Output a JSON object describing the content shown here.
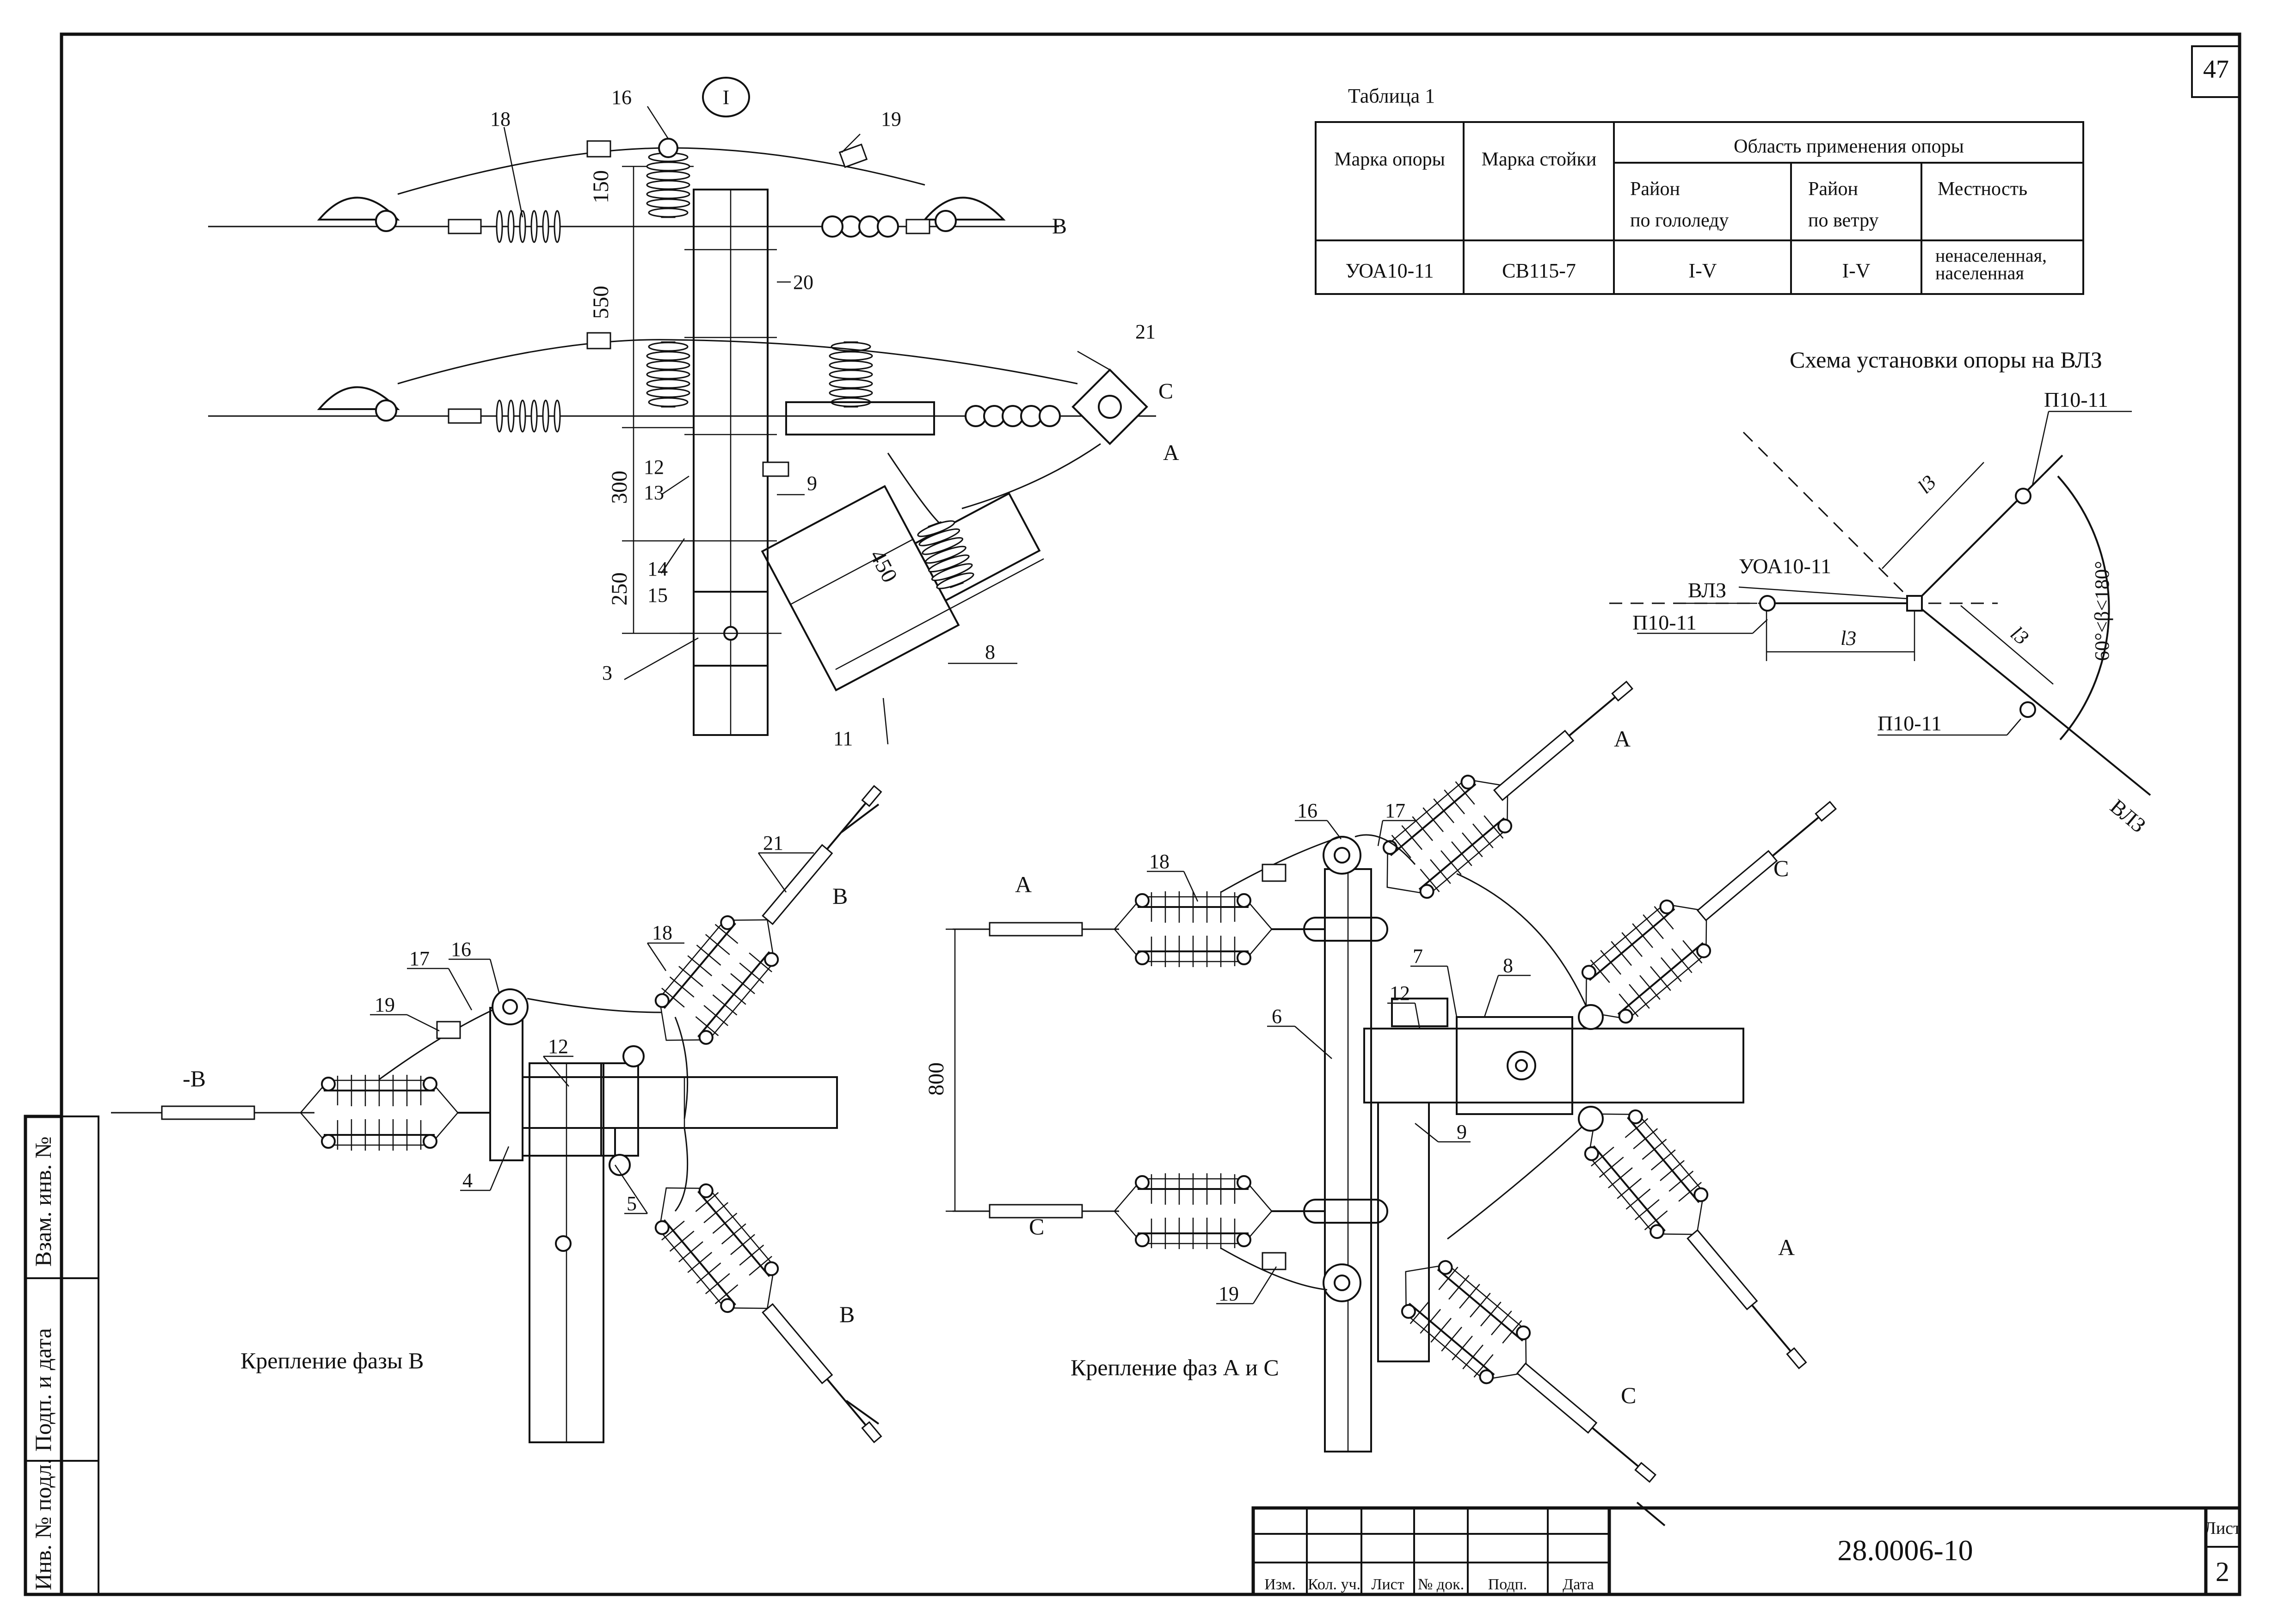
{
  "sheet_number_top": "47",
  "table": {
    "caption": "Таблица 1",
    "headers": {
      "col1": "Марка опоры",
      "col2": "Марка стойки",
      "group": "Область применения опоры",
      "sub1_line1": "Район",
      "sub1_line2": "по гололеду",
      "sub2_line1": "Район",
      "sub2_line2": "по ветру",
      "sub3": "Местность"
    },
    "row": {
      "mark": "УОА10-11",
      "stand": "СВ115-7",
      "ice": "I-V",
      "wind": "I-V",
      "terrain_line1": "ненаселенная,",
      "terrain_line2": "населенная"
    }
  },
  "scheme": {
    "title": "Схема установки опоры на ВЛЗ",
    "pole_top": "П10-11",
    "pole_left": "П10-11",
    "pole_bottom": "П10-11",
    "center": "УОА10-11",
    "line_left": "ВЛЗ",
    "line_right": "ВЛЗ",
    "len_top": "l3",
    "len_left": "l3",
    "len_right": "l3",
    "angle": "60°≤β<180°"
  },
  "top_view": {
    "detail_mark": "I",
    "dims": [
      "150",
      "550",
      "300",
      "250",
      "450"
    ],
    "callouts": [
      "16",
      "18",
      "19",
      "20",
      "21",
      "9",
      "12",
      "13",
      "14",
      "15",
      "3",
      "8",
      "11"
    ],
    "phase_b": "B",
    "phase_c": "C",
    "phase_a": "A"
  },
  "phase_b_view": {
    "caption": "Крепление фазы В",
    "callouts": [
      "21",
      "18",
      "17",
      "16",
      "19",
      "12",
      "4",
      "5"
    ],
    "phase_left": "-B",
    "phase_upper": "B",
    "phase_lower": "B"
  },
  "phase_ac_view": {
    "caption": "Крепление фаз А и С",
    "callouts": [
      "16",
      "17",
      "18",
      "7",
      "8",
      "12",
      "6",
      "9",
      "19"
    ],
    "dim": "800",
    "phase_a_left": "A",
    "phase_c_left": "C",
    "phase_a_top": "A",
    "phase_c_upper_right": "C",
    "phase_a_lower_right": "A",
    "phase_c_bottom": "C"
  },
  "side_stamp": {
    "field1": "Взам. инв. №",
    "field2": "Подп. и дата",
    "field3": "Инв. № подл."
  },
  "title_block": {
    "code": "28.0006-10",
    "sheet_label": "Лист",
    "sheet_number": "2",
    "cols": [
      "Изм.",
      "Кол. уч.",
      "Лист",
      "№ док.",
      "Подп.",
      "Дата"
    ]
  }
}
